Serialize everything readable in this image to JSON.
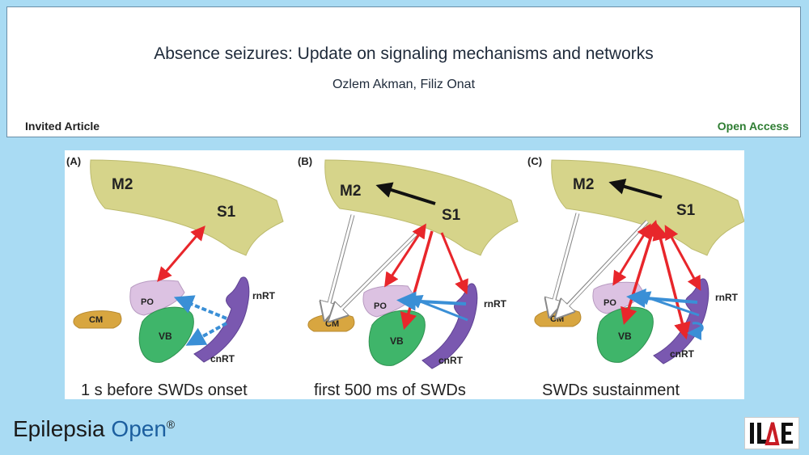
{
  "header": {
    "title": "Absence seizures: Update on signaling mechanisms and networks",
    "authors": "Ozlem Akman, Filiz Onat",
    "article_type": "Invited Article",
    "access": "Open Access"
  },
  "figure": {
    "panels": [
      {
        "tag": "(A)",
        "caption": "1 s before SWDs onset"
      },
      {
        "tag": "(B)",
        "caption": "first 500 ms of SWDs"
      },
      {
        "tag": "(C)",
        "caption": "SWDs sustainment"
      }
    ],
    "labels": {
      "m2": "M2",
      "s1": "S1",
      "po": "PO",
      "cm": "CM",
      "vb": "VB",
      "rnrt": "rnRT",
      "cnrt": "cnRT"
    },
    "colors": {
      "cortex": "#d6d48a",
      "po": "#dcc2e2",
      "vb": "#3fb56a",
      "cm": "#d8a640",
      "rt": "#7a58b0",
      "red_arrow": "#e8262b",
      "blue_arrow": "#3a8fd6"
    }
  },
  "footer": {
    "journal_name": "Epilepsia",
    "journal_open": "Open",
    "registered": "®",
    "logo_text": "ILAE"
  }
}
